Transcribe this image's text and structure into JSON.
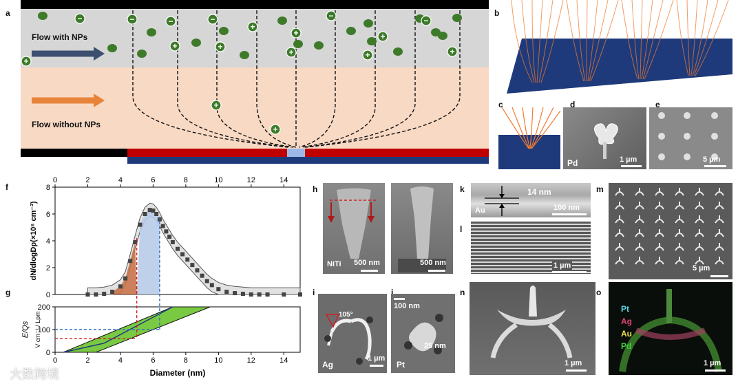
{
  "panel_labels": {
    "a": "a",
    "b": "b",
    "c": "c",
    "d": "d",
    "e": "e",
    "f": "f",
    "g": "g",
    "h": "h",
    "i": "i",
    "j": "j",
    "k": "k",
    "l": "l",
    "m": "m",
    "n": "n",
    "o": "o"
  },
  "panel_a": {
    "flow_with": "Flow with NPs",
    "flow_without": "Flow without NPs",
    "plus": "+",
    "minus": "−"
  },
  "panel_d": {
    "material": "Pd",
    "scale": "1 µm"
  },
  "panel_e": {
    "scale": "5 µm"
  },
  "panel_h": {
    "material": "NiTi",
    "scale_left": "500 nm",
    "scale_right": "500 nm"
  },
  "panel_i": {
    "material": "Ag",
    "angle": "105°",
    "scale": "1 µm"
  },
  "panel_j": {
    "material": "Pt",
    "scale_top": "100 nm",
    "gap": "25 nm"
  },
  "panel_k": {
    "material": "Au",
    "thickness": "14 nm",
    "scale": "100 nm"
  },
  "panel_l": {
    "scale": "1 µm"
  },
  "panel_m": {
    "scale": "5 µm"
  },
  "panel_n": {
    "scale": "1 µm"
  },
  "panel_o": {
    "legend": [
      "Pt",
      "Ag",
      "Au",
      "Pd"
    ],
    "legend_colors": [
      "#5ad7e6",
      "#e0407a",
      "#e8e04a",
      "#3ecf3e"
    ],
    "scale": "1 µm"
  },
  "watermark": "大数跨境",
  "chart_data": [
    {
      "type": "scatter",
      "panel": "f",
      "xlabel": "Diameter (nm)",
      "ylabel": "dN/dlogDp(×10⁶ cm⁻³)",
      "xlim": [
        0,
        15
      ],
      "ylim": [
        0,
        8
      ],
      "xticks": [
        0,
        2,
        4,
        6,
        8,
        10,
        12,
        14
      ],
      "yticks": [
        0,
        2,
        4,
        6,
        8
      ],
      "x": [
        2,
        2.5,
        3,
        3.5,
        4,
        4.3,
        4.6,
        4.9,
        5.2,
        5.5,
        5.8,
        6.0,
        6.2,
        6.4,
        6.6,
        6.8,
        7.0,
        7.2,
        7.5,
        7.8,
        8.1,
        8.4,
        8.7,
        9.0,
        9.3,
        9.6,
        10,
        10.5,
        11,
        11.5,
        12,
        12.5,
        13,
        14,
        15
      ],
      "y": [
        0,
        0,
        0.05,
        0.2,
        0.6,
        1.2,
        2.5,
        3.9,
        5.2,
        6.0,
        6.3,
        6.25,
        6.0,
        5.6,
        5.1,
        4.7,
        4.3,
        3.9,
        3.4,
        3.0,
        2.6,
        2.2,
        1.8,
        1.4,
        1.0,
        0.7,
        0.4,
        0.2,
        0.1,
        0.05,
        0,
        0,
        0,
        0,
        0
      ]
    },
    {
      "type": "area",
      "panel": "g",
      "xlabel": "Diameter (nm)",
      "ylabel": "E/Qs",
      "ylabel_unit": "V cm⁻¹ / Lpm",
      "xlim": [
        0,
        15
      ],
      "ylim": [
        0,
        200
      ],
      "xticks": [
        0,
        2,
        4,
        6,
        8,
        10,
        12,
        14
      ],
      "yticks": [
        0,
        100,
        200
      ],
      "guides": [
        {
          "x": 5,
          "y": 60,
          "color": "#d02020"
        },
        {
          "x": 6.4,
          "y": 100,
          "color": "#2f6fc8"
        }
      ]
    }
  ]
}
